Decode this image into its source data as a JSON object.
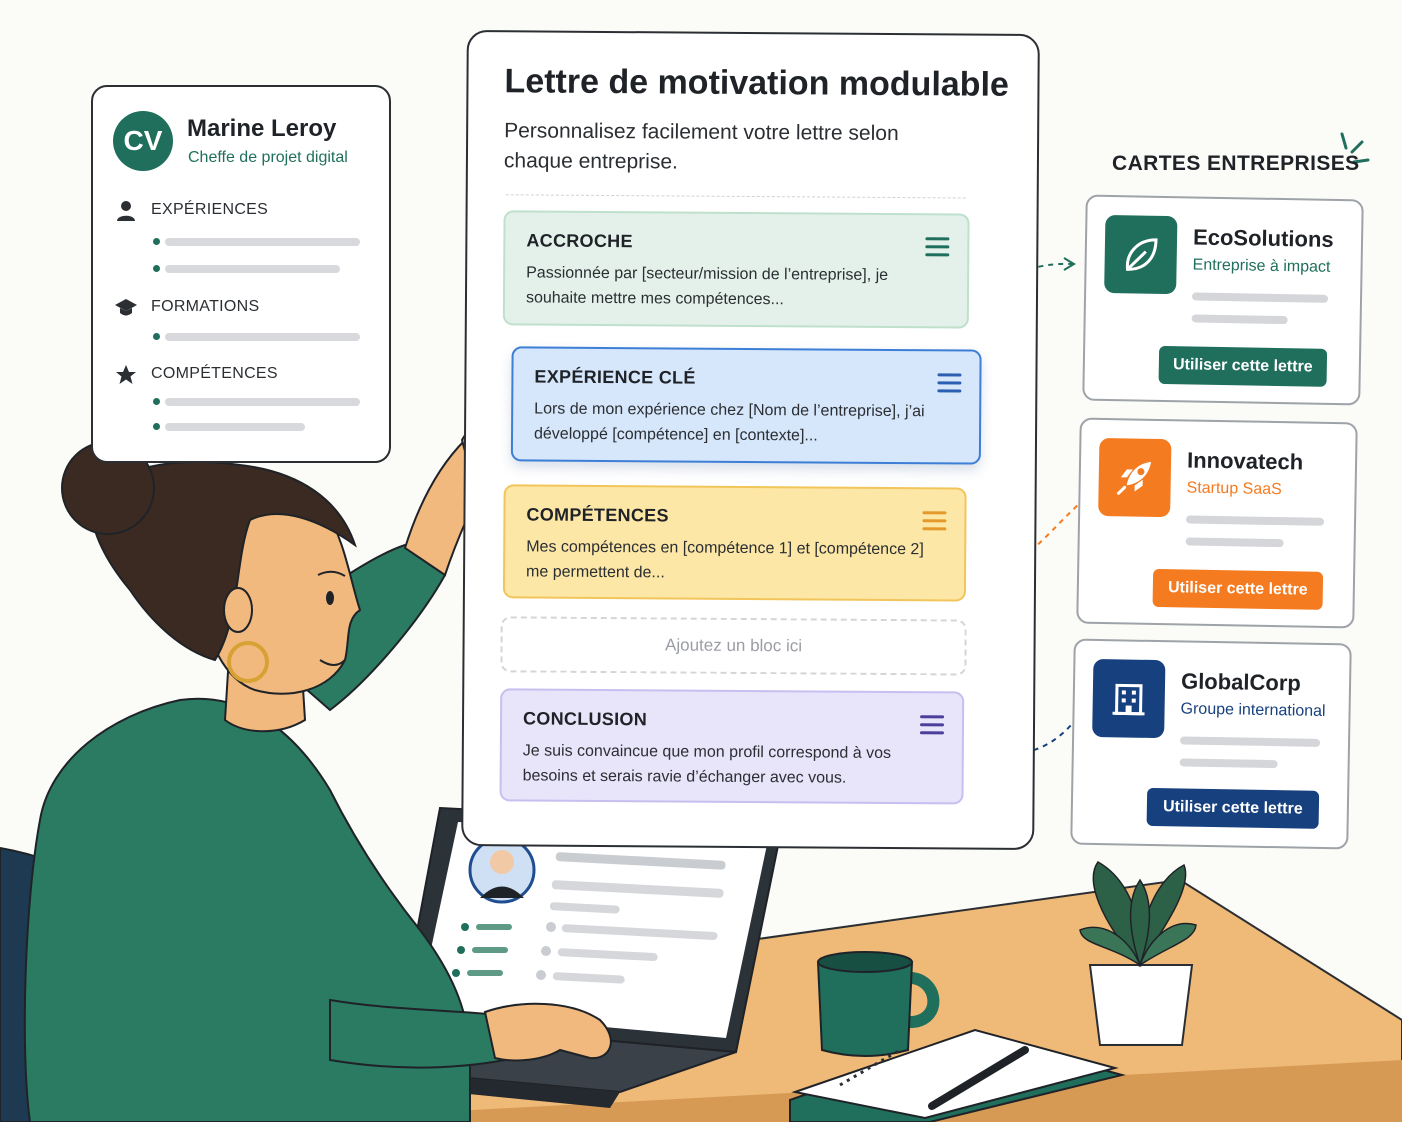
{
  "cv": {
    "badge": "CV",
    "name": "Marine Leroy",
    "role": "Cheffe de projet digital",
    "sections": [
      "EXPÉRIENCES",
      "FORMATIONS",
      "COMPÉTENCES"
    ]
  },
  "letter": {
    "title": "Lettre de motivation modulable",
    "subtitle": "Personnalisez facilement votre lettre selon chaque entreprise.",
    "blocks": [
      {
        "title": "ACCROCHE",
        "text": "Passionnée par [secteur/mission de l’entreprise], je souhaite mettre mes compétences..."
      },
      {
        "title": "EXPÉRIENCE CLÉ",
        "text": "Lors de mon expérience chez [Nom de l’entreprise], j’ai développé [compétence] en [contexte]..."
      },
      {
        "title": "COMPÉTENCES",
        "text": "Mes compétences en [compétence 1] et [compétence 2] me permettent de..."
      },
      {
        "title": "CONCLUSION",
        "text": "Je suis convaincue que mon profil correspond à vos besoins et serais ravie d’échanger avec vous."
      }
    ],
    "add_block_label": "Ajoutez un bloc ici"
  },
  "companies": {
    "heading": "CARTES ENTREPRISES",
    "cards": [
      {
        "name": "EcoSolutions",
        "tagline": "Entreprise à impact",
        "button": "Utiliser cette lettre",
        "color": "#1f6f5c",
        "icon": "leaf-icon"
      },
      {
        "name": "Innovatech",
        "tagline": "Startup SaaS",
        "button": "Utiliser cette lettre",
        "color": "#f47b20",
        "icon": "rocket-icon"
      },
      {
        "name": "GlobalCorp",
        "tagline": "Groupe international",
        "button": "Utiliser cette lettre",
        "color": "#17407e",
        "icon": "building-icon"
      }
    ]
  },
  "colors": {
    "green": "#1f6f5c",
    "blue": "#3d7fd6",
    "yellow": "#f2c55a",
    "purple": "#c7bff0",
    "orange": "#f47b20",
    "navy": "#17407e"
  }
}
